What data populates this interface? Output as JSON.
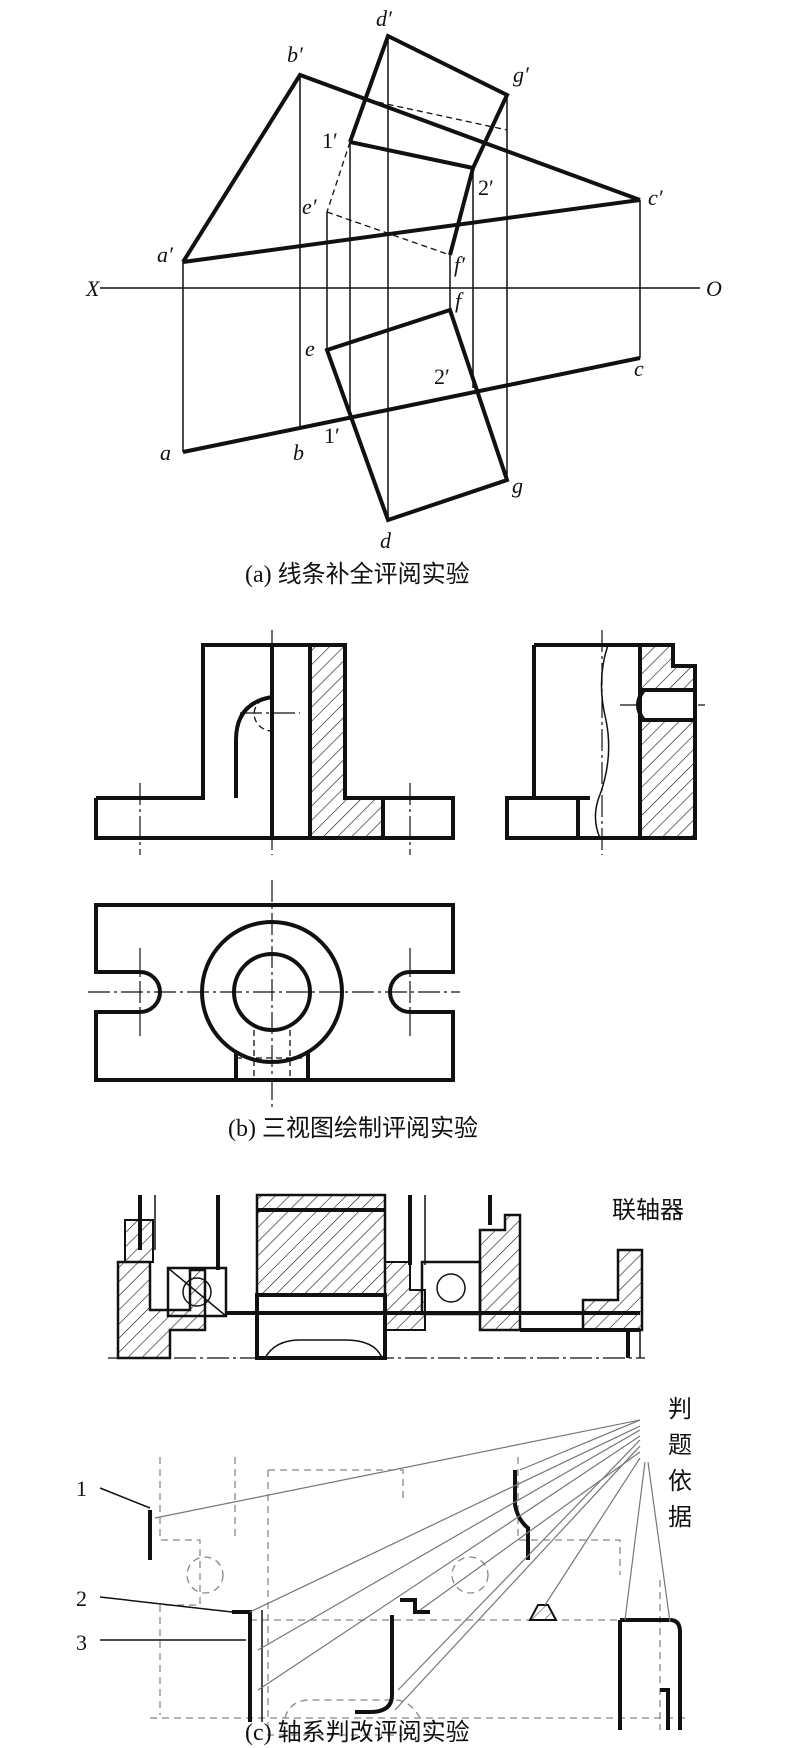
{
  "part_a": {
    "axis": {
      "x_label": "X",
      "o_label": "O"
    },
    "points": {
      "a1": "a′",
      "b1": "b′",
      "c1": "c′",
      "d1": "d′",
      "e1": "e′",
      "f1": "f′",
      "g1": "g′",
      "p11": "1′",
      "p21": "2′",
      "a": "a",
      "b": "b",
      "c": "c",
      "d": "d",
      "e": "e",
      "f": "f",
      "g": "g",
      "p1": "1′",
      "p2": "2′"
    },
    "caption": "(a) 线条补全评阅实验"
  },
  "part_b": {
    "caption": "(b) 三视图绘制评阅实验"
  },
  "part_c": {
    "coupling_label": "联轴器",
    "markers": [
      "1",
      "2",
      "3"
    ],
    "basis_label": [
      "判",
      "题",
      "依",
      "据"
    ],
    "caption": "(c) 轴系判改评阅实验"
  }
}
